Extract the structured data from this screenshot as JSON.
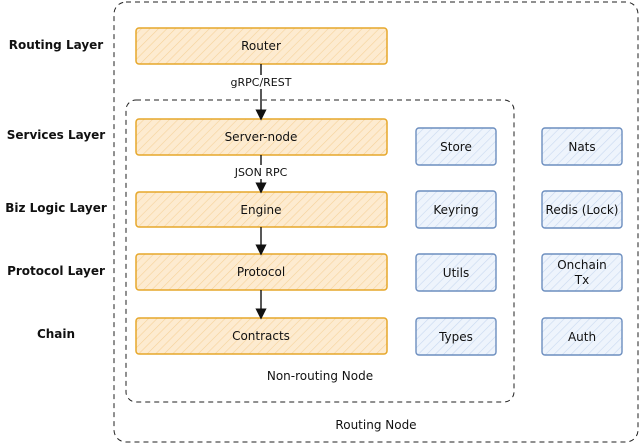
{
  "layers": [
    {
      "label": "Routing Layer"
    },
    {
      "label": "Services Layer"
    },
    {
      "label": "Biz Logic Layer"
    },
    {
      "label": "Protocol Layer"
    },
    {
      "label": "Chain"
    }
  ],
  "containers": {
    "outer_label": "Routing Node",
    "inner_label": "Non-routing Node"
  },
  "main_stack": [
    {
      "label": "Router"
    },
    {
      "label": "Server-node"
    },
    {
      "label": "Engine"
    },
    {
      "label": "Protocol"
    },
    {
      "label": "Contracts"
    }
  ],
  "edges": [
    {
      "label": "gRPC/REST"
    },
    {
      "label": "JSON RPC"
    },
    {
      "label": ""
    },
    {
      "label": ""
    }
  ],
  "middle_column": [
    {
      "label": "Store"
    },
    {
      "label": "Keyring"
    },
    {
      "label": "Utils"
    },
    {
      "label": "Types"
    }
  ],
  "right_column": [
    {
      "label": "Nats"
    },
    {
      "label": "Redis (Lock)"
    },
    {
      "label": "Onchain",
      "label2": "Tx"
    },
    {
      "label": "Auth"
    }
  ],
  "colors": {
    "orange_fill": "#fdebd0",
    "orange_stroke": "#e6a72a",
    "blue_fill": "#e8f0fb",
    "blue_stroke": "#6c8ebf",
    "dashed_stroke": "#222222"
  }
}
